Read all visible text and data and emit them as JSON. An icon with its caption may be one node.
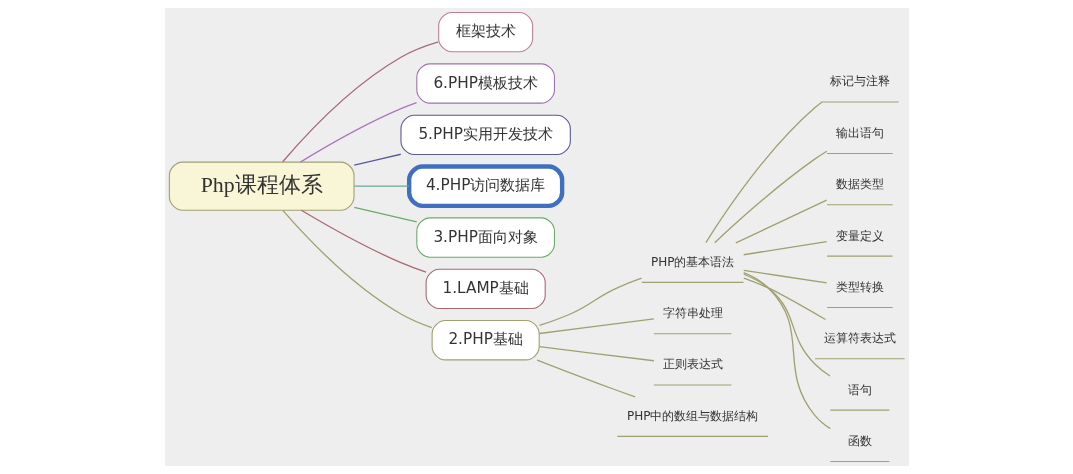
{
  "diagram": {
    "nodes": [
      {
        "text": [
          "Php课程体系"
        ]
      },
      {
        "text": [
          "框架技术"
        ]
      },
      {
        "text": [
          "6.PHP模板技术"
        ]
      },
      {
        "text": [
          "5.PHP实用开发技术"
        ]
      },
      {
        "text": [
          "4.PHP访问数据库"
        ]
      },
      {
        "text": [
          "3.PHP面向对象"
        ]
      },
      {
        "text": [
          "1.LAMP基础"
        ]
      },
      {
        "text": [
          "2.PHP基础"
        ]
      },
      {
        "text": [
          "PHP的基本语法"
        ]
      },
      {
        "text": [
          "标记与注释"
        ]
      },
      {
        "text": [
          "输出语句"
        ]
      },
      {
        "text": [
          "数据类型"
        ]
      },
      {
        "text": [
          "变量定义"
        ]
      },
      {
        "text": [
          "类型转换"
        ]
      },
      {
        "text": [
          "运算符表达式"
        ]
      },
      {
        "text": [
          "语句"
        ]
      },
      {
        "text": [
          "函数"
        ]
      },
      {
        "text": [
          "字符串处理"
        ]
      },
      {
        "text": [
          "正则表达式"
        ]
      },
      {
        "text": [
          "PHP中的数组与数据结构"
        ]
      }
    ],
    "edges": [
      {
        "from": 0,
        "to": 1,
        "arrow": "none",
        "color": "#a8687e"
      },
      {
        "from": 0,
        "to": 2,
        "arrow": "none",
        "color": "#a878b8"
      },
      {
        "from": 0,
        "to": 3,
        "arrow": "none",
        "color": "#5a5a96"
      },
      {
        "from": 0,
        "to": 4,
        "arrow": "none",
        "color": "#68a898"
      },
      {
        "from": 0,
        "to": 5,
        "arrow": "none",
        "color": "#6aaa6a"
      },
      {
        "from": 0,
        "to": 6,
        "arrow": "none",
        "color": "#a86870"
      },
      {
        "from": 0,
        "to": 7,
        "arrow": "none"
      },
      {
        "from": 7,
        "to": 8,
        "arrow": "none"
      },
      {
        "from": 8,
        "to": 9,
        "arrow": "none"
      },
      {
        "from": 8,
        "to": 10,
        "arrow": "none"
      },
      {
        "from": 8,
        "to": 11,
        "arrow": "none"
      },
      {
        "from": 8,
        "to": 12,
        "arrow": "none"
      },
      {
        "from": 8,
        "to": 13,
        "arrow": "none"
      },
      {
        "from": 8,
        "to": 14,
        "arrow": "none"
      },
      {
        "from": 8,
        "to": 15,
        "arrow": "none"
      },
      {
        "from": 8,
        "to": 16,
        "arrow": "none"
      },
      {
        "from": 7,
        "to": 17,
        "arrow": "none"
      },
      {
        "from": 7,
        "to": 18,
        "arrow": "none"
      },
      {
        "from": 7,
        "to": 19,
        "arrow": "none"
      }
    ]
  }
}
